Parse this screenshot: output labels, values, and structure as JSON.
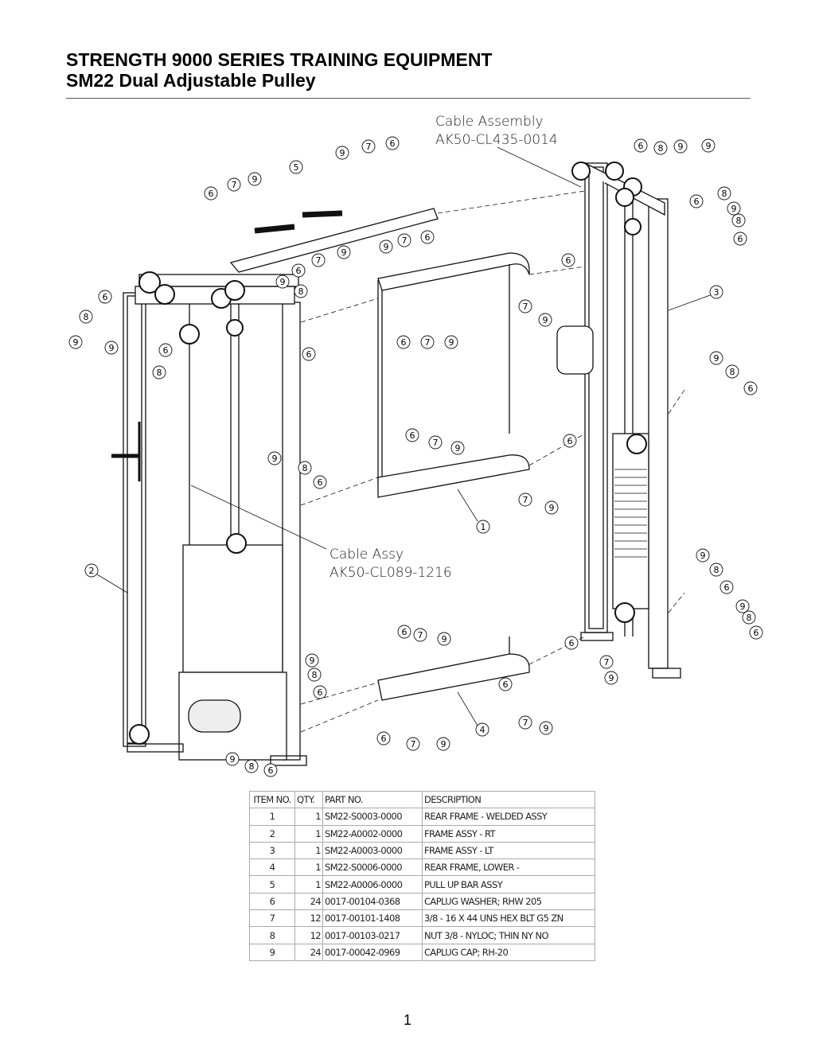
{
  "header": {
    "title": "STRENGTH 9000 SERIES TRAINING EQUIPMENT",
    "subtitle": "SM22 Dual Adjustable Pulley"
  },
  "diagram": {
    "cable_assembly_top": {
      "line1": "Cable Assembly",
      "line2": "AK50-CL435-0014"
    },
    "cable_assembly_mid": {
      "line1": "Cable Assy",
      "line2": "AK50-CL089-1216"
    },
    "callouts": [
      "9",
      "7",
      "6",
      "5",
      "6",
      "7",
      "9",
      "9",
      "7",
      "6",
      "9",
      "7",
      "6",
      "6",
      "8",
      "9",
      "9",
      "8",
      "6",
      "9",
      "8",
      "6",
      "3",
      "6",
      "8",
      "9",
      "9",
      "8",
      "6",
      "9",
      "8",
      "6",
      "6",
      "7",
      "9",
      "6",
      "7",
      "9",
      "9",
      "8",
      "6",
      "6",
      "7",
      "9",
      "6",
      "7",
      "9",
      "1",
      "9",
      "8",
      "6",
      "2",
      "9",
      "8",
      "6",
      "9",
      "8",
      "6",
      "6",
      "7",
      "9",
      "6",
      "7",
      "9",
      "9",
      "8",
      "6",
      "6",
      "7",
      "9",
      "4",
      "6",
      "7",
      "9",
      "9",
      "8",
      "6"
    ]
  },
  "parts_table": {
    "headers": [
      "ITEM NO.",
      "QTY.",
      "PART NO.",
      "DESCRIPTION"
    ],
    "rows": [
      [
        "1",
        "1",
        "SM22-S0003-0000",
        "REAR FRAME - WELDED ASSY"
      ],
      [
        "2",
        "1",
        "SM22-A0002-0000",
        "FRAME ASSY - RT"
      ],
      [
        "3",
        "1",
        "SM22-A0003-0000",
        "FRAME ASSY - LT"
      ],
      [
        "4",
        "1",
        "SM22-S0006-0000",
        "REAR FRAME, LOWER -"
      ],
      [
        "5",
        "1",
        "SM22-A0006-0000",
        "PULL UP BAR ASSY"
      ],
      [
        "6",
        "24",
        "0017-00104-0368",
        "CAPLUG WASHER; RHW 205"
      ],
      [
        "7",
        "12",
        "0017-00101-1408",
        "3/8 - 16 X 44 UNS HEX  BLT G5 ZN"
      ],
      [
        "8",
        "12",
        "0017-00103-0217",
        "NUT 3/8 - NYLOC; THIN NY NO"
      ],
      [
        "9",
        "24",
        "0017-00042-0969",
        "CAPLUG CAP; RH-20"
      ]
    ]
  },
  "footer": {
    "page_number": "1"
  }
}
